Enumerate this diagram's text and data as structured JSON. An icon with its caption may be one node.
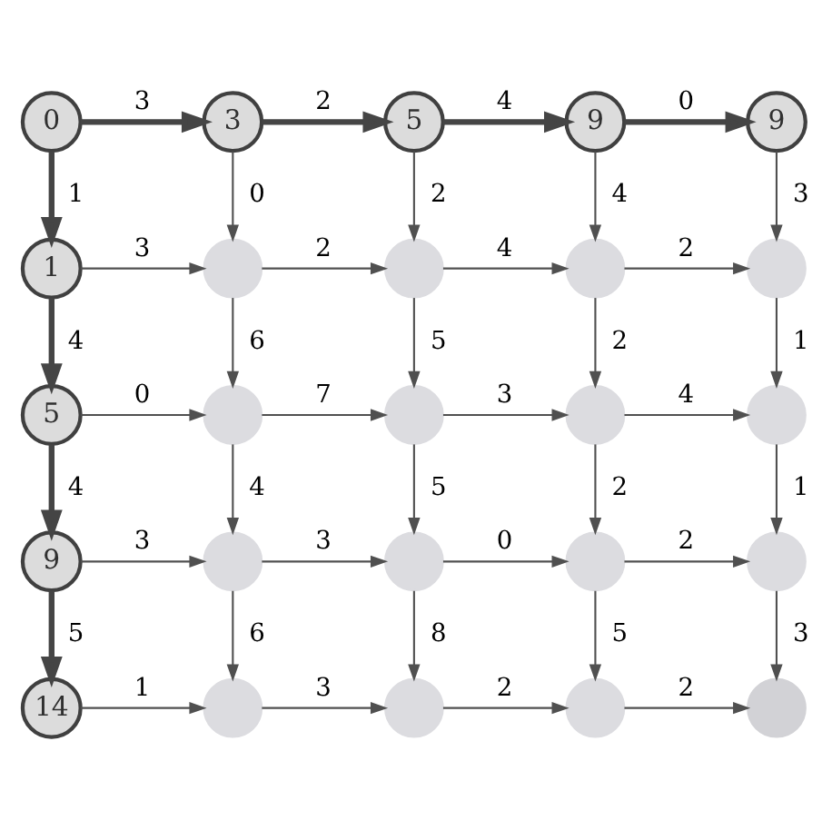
{
  "diagram": {
    "nodes": [
      {
        "text": [
          "0"
        ]
      },
      {
        "text": [
          "3"
        ]
      },
      {
        "text": [
          "5"
        ]
      },
      {
        "text": [
          "9"
        ]
      },
      {
        "text": [
          "9"
        ]
      },
      {
        "text": [
          "1"
        ]
      },
      {
        "text": [],
        "shape": "circle"
      },
      {
        "text": [],
        "shape": "circle"
      },
      {
        "text": [],
        "shape": "circle"
      },
      {
        "text": [],
        "shape": "circle"
      },
      {
        "text": [
          "5"
        ]
      },
      {
        "text": [],
        "shape": "circle"
      },
      {
        "text": [],
        "shape": "circle"
      },
      {
        "text": [],
        "shape": "circle"
      },
      {
        "text": [],
        "shape": "circle"
      },
      {
        "text": [
          "9"
        ]
      },
      {
        "text": [],
        "shape": "circle"
      },
      {
        "text": [],
        "shape": "circle"
      },
      {
        "text": [],
        "shape": "circle"
      },
      {
        "text": [],
        "shape": "circle"
      },
      {
        "text": [
          "14"
        ]
      },
      {
        "text": [],
        "shape": "circle"
      },
      {
        "text": [],
        "shape": "circle"
      },
      {
        "text": [],
        "shape": "circle"
      },
      {
        "text": [],
        "shape": "circle"
      }
    ],
    "edges": [
      {
        "from": 0,
        "to": 1,
        "arrow": "to",
        "label": "3",
        "style": "thick"
      },
      {
        "from": 1,
        "to": 2,
        "arrow": "to",
        "label": "2",
        "style": "thick"
      },
      {
        "from": 2,
        "to": 3,
        "arrow": "to",
        "label": "4",
        "style": "thick"
      },
      {
        "from": 3,
        "to": 4,
        "arrow": "to",
        "label": "0",
        "style": "thick"
      },
      {
        "from": 0,
        "to": 5,
        "arrow": "to",
        "label": "1",
        "style": "thick"
      },
      {
        "from": 1,
        "to": 6,
        "arrow": "to",
        "label": "0"
      },
      {
        "from": 2,
        "to": 7,
        "arrow": "to",
        "label": "2"
      },
      {
        "from": 3,
        "to": 8,
        "arrow": "to",
        "label": "4"
      },
      {
        "from": 4,
        "to": 9,
        "arrow": "to",
        "label": "3"
      },
      {
        "from": 5,
        "to": 6,
        "arrow": "to",
        "label": "3"
      },
      {
        "from": 6,
        "to": 7,
        "arrow": "to",
        "label": "2"
      },
      {
        "from": 7,
        "to": 8,
        "arrow": "to",
        "label": "4"
      },
      {
        "from": 8,
        "to": 9,
        "arrow": "to",
        "label": "2"
      },
      {
        "from": 5,
        "to": 10,
        "arrow": "to",
        "label": "4",
        "style": "thick"
      },
      {
        "from": 6,
        "to": 11,
        "arrow": "to",
        "label": "6"
      },
      {
        "from": 7,
        "to": 12,
        "arrow": "to",
        "label": "5"
      },
      {
        "from": 8,
        "to": 13,
        "arrow": "to",
        "label": "2"
      },
      {
        "from": 9,
        "to": 14,
        "arrow": "to",
        "label": "1"
      },
      {
        "from": 10,
        "to": 11,
        "arrow": "to",
        "label": "0"
      },
      {
        "from": 11,
        "to": 12,
        "arrow": "to",
        "label": "7"
      },
      {
        "from": 12,
        "to": 13,
        "arrow": "to",
        "label": "3"
      },
      {
        "from": 13,
        "to": 14,
        "arrow": "to",
        "label": "4"
      },
      {
        "from": 10,
        "to": 15,
        "arrow": "to",
        "label": "4",
        "style": "thick"
      },
      {
        "from": 11,
        "to": 16,
        "arrow": "to",
        "label": "4"
      },
      {
        "from": 12,
        "to": 17,
        "arrow": "to",
        "label": "5"
      },
      {
        "from": 13,
        "to": 18,
        "arrow": "to",
        "label": "2"
      },
      {
        "from": 14,
        "to": 19,
        "arrow": "to",
        "label": "1"
      },
      {
        "from": 15,
        "to": 16,
        "arrow": "to",
        "label": "3"
      },
      {
        "from": 16,
        "to": 17,
        "arrow": "to",
        "label": "3"
      },
      {
        "from": 17,
        "to": 18,
        "arrow": "to",
        "label": "0"
      },
      {
        "from": 18,
        "to": 19,
        "arrow": "to",
        "label": "2"
      },
      {
        "from": 15,
        "to": 20,
        "arrow": "to",
        "label": "5",
        "style": "thick"
      },
      {
        "from": 16,
        "to": 21,
        "arrow": "to",
        "label": "6"
      },
      {
        "from": 17,
        "to": 22,
        "arrow": "to",
        "label": "8"
      },
      {
        "from": 18,
        "to": 23,
        "arrow": "to",
        "label": "5"
      },
      {
        "from": 19,
        "to": 24,
        "arrow": "to",
        "label": "3"
      },
      {
        "from": 20,
        "to": 21,
        "arrow": "to",
        "label": "1"
      },
      {
        "from": 21,
        "to": 22,
        "arrow": "to",
        "label": "3"
      },
      {
        "from": 22,
        "to": 23,
        "arrow": "to",
        "label": "2"
      },
      {
        "from": 23,
        "to": 24,
        "arrow": "to",
        "label": "2"
      }
    ]
  }
}
